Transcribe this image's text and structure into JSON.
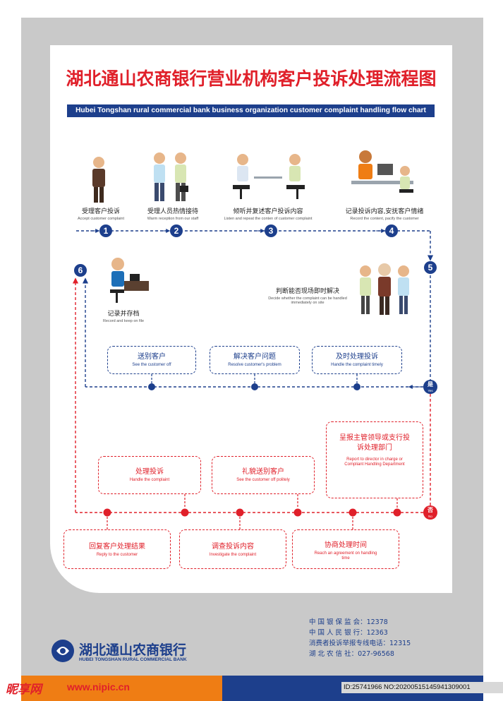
{
  "title": "湖北通山农商银行营业机构客户投诉处理流程图",
  "subtitle": "Hubei Tongshan rural commercial bank business organization customer complaint handling flow chart",
  "steps": [
    {
      "num": "1",
      "zh": "受理客户投诉",
      "en": "Accept customer complaint"
    },
    {
      "num": "2",
      "zh": "受理人员热情接待",
      "en": "Warm reception from our staff"
    },
    {
      "num": "3",
      "zh": "倾听并复述客户投诉内容",
      "en": "Listen and repeat the conten of customer complaint"
    },
    {
      "num": "4",
      "zh": "记录投诉内容,安抚客户情绪",
      "en": "Record the content, pacify the customer"
    },
    {
      "num": "5",
      "zh": "判断能否现场即时解决",
      "en": "Decide whether the complaint can be handled immediately on site"
    },
    {
      "num": "6",
      "zh": "记录并存档",
      "en": "Record and keep on file"
    }
  ],
  "yes": {
    "zh": "是",
    "en": "Yes"
  },
  "no": {
    "zh": "否",
    "en": "No"
  },
  "yes_boxes": [
    {
      "zh": "送别客户",
      "en": "See the customer off"
    },
    {
      "zh": "解决客户问题",
      "en": "Resolve customer's problem"
    },
    {
      "zh": "及时处理投诉",
      "en": "Handle the complaint timely"
    }
  ],
  "no_boxes_top": [
    {
      "zh": "处理投诉",
      "en": "Handle the complaint"
    },
    {
      "zh": "礼貌送别客户",
      "en": "See the customer off politely"
    },
    {
      "zh": "呈报主管领导或支行投诉处理部门",
      "en": "Report to director in charge or Compliant Handling Department"
    }
  ],
  "no_boxes_bottom": [
    {
      "zh": "回复客户处理结果",
      "en": "Reply to the customer"
    },
    {
      "zh": "调查投诉内容",
      "en": "Investigate the complaint"
    },
    {
      "zh": "协商处理时间",
      "en": "Reach an agreement on handling time"
    }
  ],
  "contacts": [
    "中 国 银 保 监 会：12378",
    "中 国 人 民 银 行：12363",
    "消费者投诉举报专线电话：12315",
    "湖   北   农   信   社：027-96568"
  ],
  "logo": {
    "zh": "湖北通山农商银行",
    "en": "HUBEI TONGSHAN RURAL COMMERCIAL BANK"
  },
  "watermark": {
    "site": "昵享网",
    "url": "www.nipic.cn",
    "id": "ID:25741966 NO:20200515145941309001"
  },
  "colors": {
    "blue": "#1d3f8c",
    "red": "#e0202a",
    "orange": "#ef7d14",
    "grey": "#c9c9c9"
  }
}
